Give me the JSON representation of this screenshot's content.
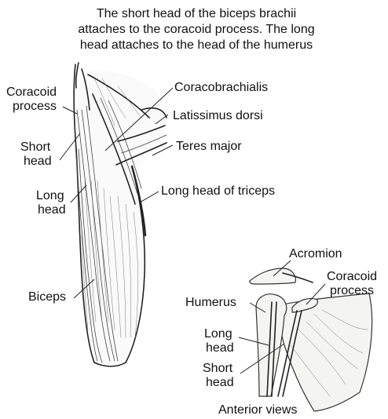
{
  "title": {
    "lines": [
      "The short head of the biceps brachii",
      "attaches to the coracoid process. The long",
      "head attaches to the head of the humerus"
    ]
  },
  "arm_view": {
    "labels": {
      "coracoid_process": [
        "Coracoid",
        "process"
      ],
      "short_head": [
        "Short",
        "head"
      ],
      "long_head": [
        "Long",
        "head"
      ],
      "biceps": "Biceps",
      "coracobrachialis": "Coracobrachialis",
      "latissimus_dorsi": "Latissimus dorsi",
      "teres_major": "Teres major",
      "long_head_triceps": "Long head of triceps"
    }
  },
  "shoulder_view": {
    "labels": {
      "acromion": "Acromion",
      "coracoid_process": [
        "Coracoid",
        "process"
      ],
      "humerus": "Humerus",
      "long_head": [
        "Long",
        "head"
      ],
      "short_head": [
        "Short",
        "head"
      ],
      "caption": "Anterior views"
    }
  }
}
